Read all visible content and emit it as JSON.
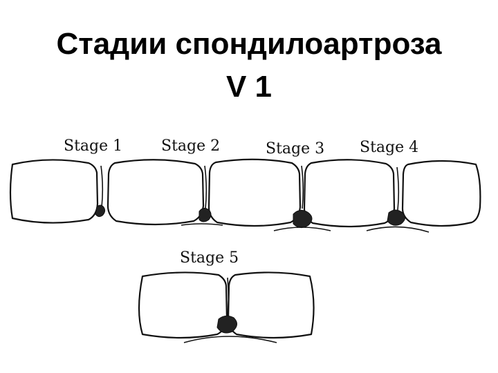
{
  "slide": {
    "title": "Стадии спондилоартроза",
    "subtitle": "V 1"
  },
  "diagram": {
    "stages": [
      {
        "label": "Stage 1"
      },
      {
        "label": "Stage 2"
      },
      {
        "label": "Stage 3"
      },
      {
        "label": "Stage 4"
      },
      {
        "label": "Stage 5"
      }
    ]
  }
}
